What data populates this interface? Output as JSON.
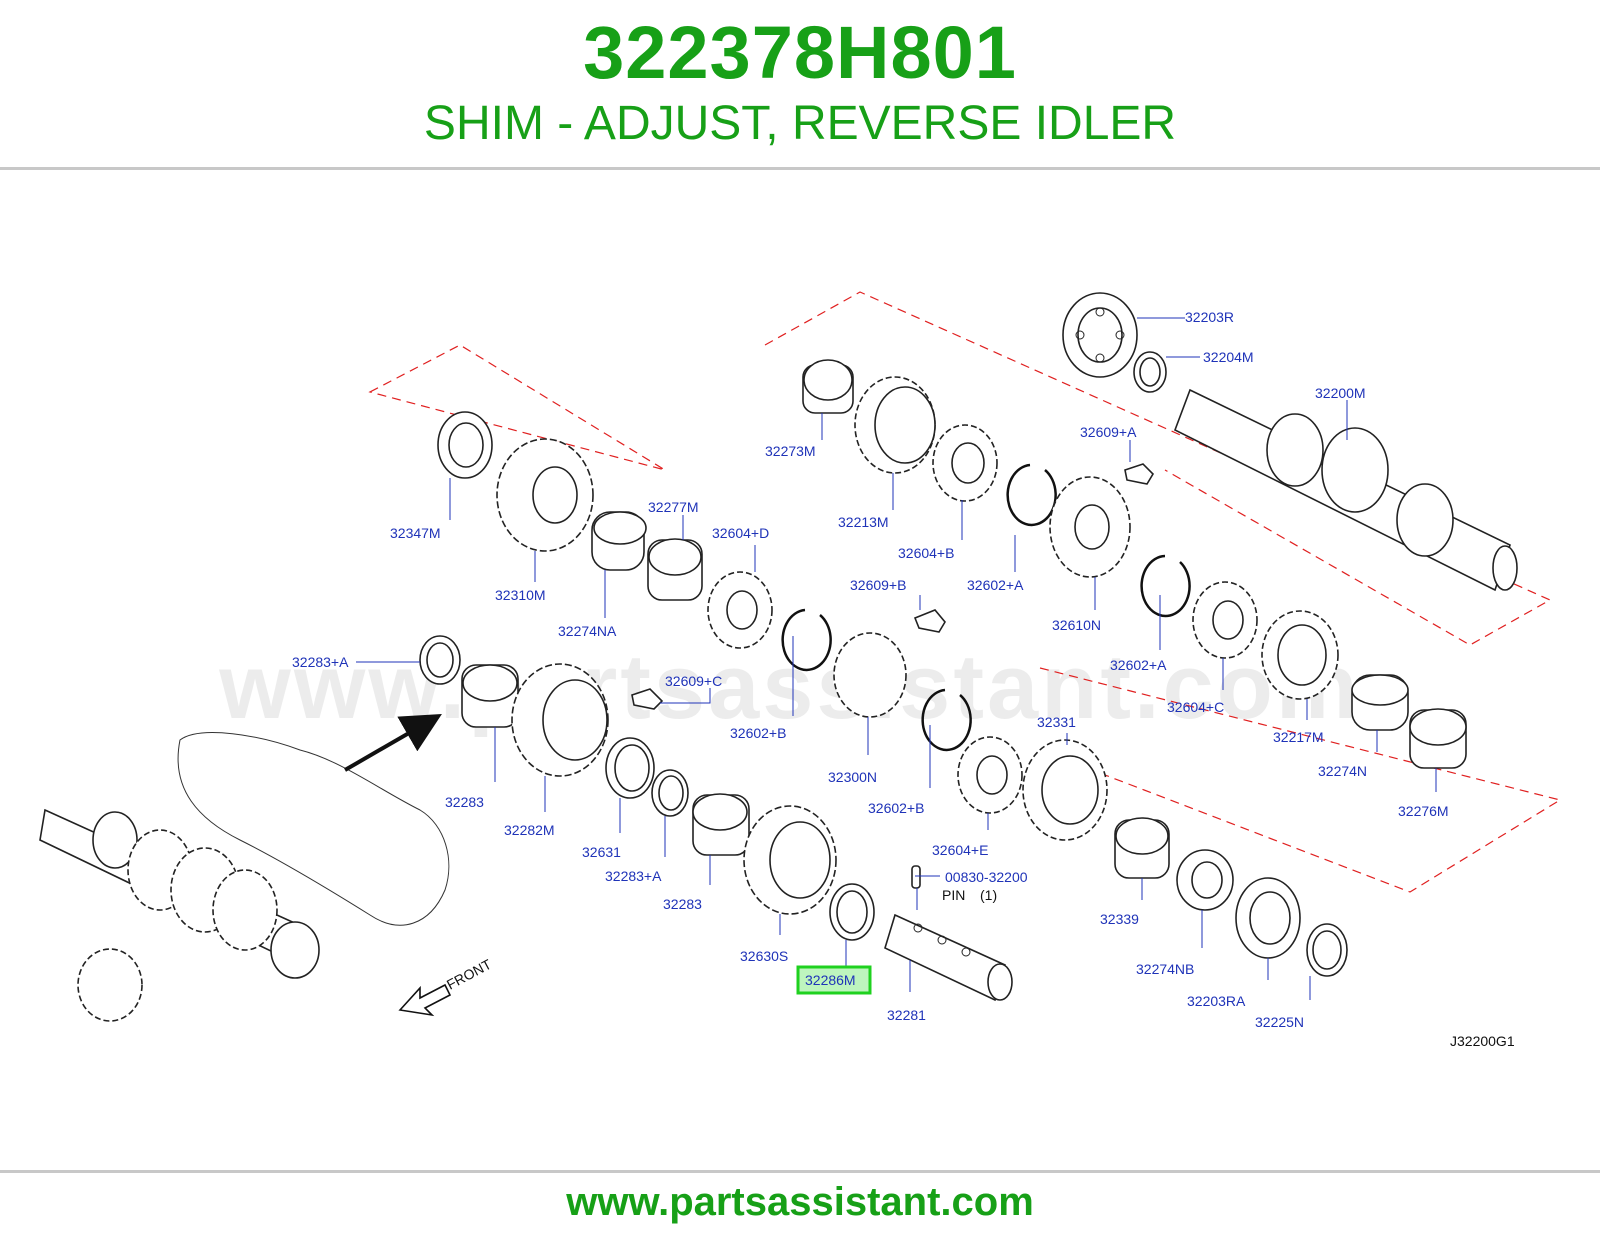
{
  "header": {
    "part_number": "322378H801",
    "description": "SHIM - ADJUST, REVERSE IDLER"
  },
  "footer": {
    "url": "www.partsassistant.com"
  },
  "diagram": {
    "watermark": "www.partsassistant.com",
    "diagram_code": "J32200G1",
    "front_label": "FRONT",
    "highlight_color": "#1fd11f",
    "callout_color": "#1f33b8",
    "brand_color": "#17a017",
    "callouts": {
      "c32203R": "32203R",
      "c32204M": "32204M",
      "c32200M": "32200M",
      "c32609A": "32609+A",
      "c32273M": "32273M",
      "c32213M": "32213M",
      "c32604B": "32604+B",
      "c32602A_1": "32602+A",
      "c32610N": "32610N",
      "c32347M": "32347M",
      "c32310M": "32310M",
      "c32274NA": "32274NA",
      "c32277M": "32277M",
      "c32604D": "32604+D",
      "c32609B": "32609+B",
      "c32602A_2": "32602+A",
      "c32604C": "32604+C",
      "c32217M": "32217M",
      "c32274N": "32274N",
      "c32276M": "32276M",
      "c32283A_1": "32283+A",
      "c32609C": "32609+C",
      "c32602B_1": "32602+B",
      "c32300N": "32300N",
      "c32331": "32331",
      "c32283_1": "32283",
      "c32282M": "32282M",
      "c32631": "32631",
      "c32283A_2": "32283+A",
      "c32283_2": "32283",
      "c32602B_2": "32602+B",
      "c32604E": "32604+E",
      "c00830": "00830-32200",
      "pin_label": "PIN",
      "pin_qty": "(1)",
      "c32339": "32339",
      "c32630S": "32630S",
      "c32286M": "32286M",
      "c32281": "32281",
      "c32274NB": "32274NB",
      "c32203RA": "32203RA",
      "c32225N": "32225N"
    }
  }
}
